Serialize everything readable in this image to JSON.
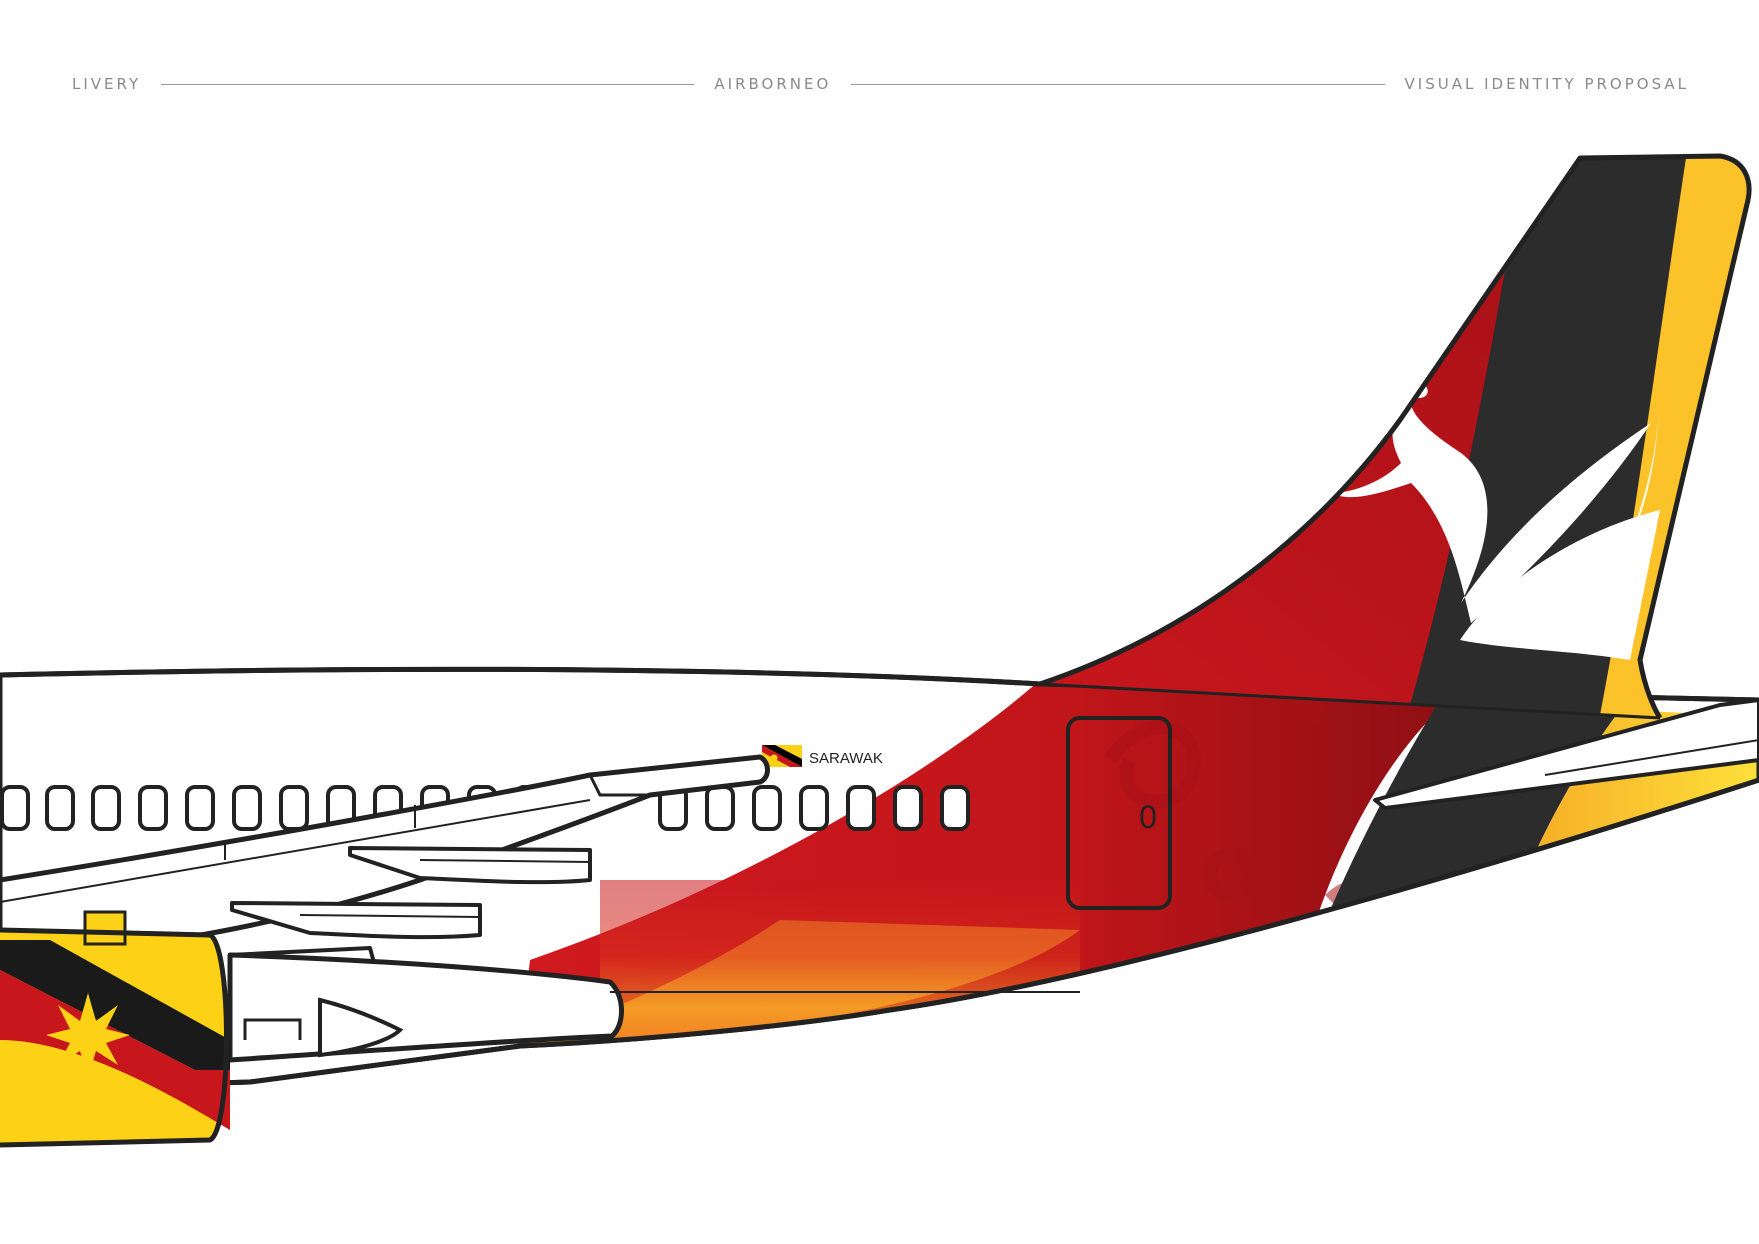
{
  "header": {
    "left_label": "LIVERY",
    "center_label": "AIRBORNEO",
    "right_label": "VISUAL IDENTITY PROPOSAL"
  },
  "aircraft": {
    "fuselage_label": "SARAWAK",
    "door_number": "0",
    "icons": {
      "flag": "sarawak-flag-icon",
      "tail_logo": "hornbill-logo-icon"
    }
  },
  "colors": {
    "outline": "#222222",
    "red": "#c8161d",
    "dark_red": "#8e0f14",
    "orange": "#f26b21",
    "yellow": "#fcd116",
    "black": "#2c2c2c",
    "white": "#ffffff",
    "gray_text": "#8a8a8a"
  }
}
